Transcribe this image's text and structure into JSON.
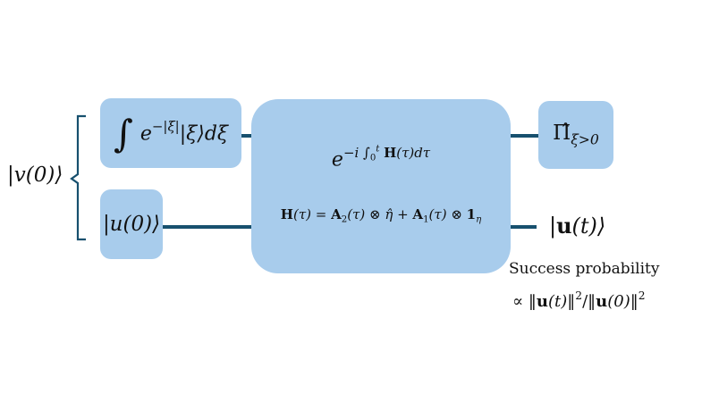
{
  "diagram": {
    "input_state": {
      "text": "|v(0)⟩"
    },
    "gaussian_box": {
      "integral": "∫",
      "exp_base": "e",
      "exp_power": "−|ξ|",
      "ket_measure": "|ξ⟩dξ"
    },
    "u0_box": {
      "text": "|u(0)⟩"
    },
    "evolution_box": {
      "exp_base": "e",
      "exp_power_prefix": "−i ∫",
      "int_lower": "0",
      "int_upper": "t",
      "exp_power_H": "H",
      "exp_power_suffix": "(τ)dτ",
      "hamiltonian": {
        "H": "H",
        "arg_eq": "(τ) = ",
        "A2": "A",
        "A2_sub": "2",
        "A2_rest": "(τ) ⊗ η̂ + ",
        "A1": "A",
        "A1_sub": "1",
        "A1_rest": "(τ) ⊗ ",
        "one": "1",
        "one_sub": "η"
      }
    },
    "projector_box": {
      "symbol": "Π̂",
      "subscript": "ξ>0"
    },
    "output_state": {
      "ket_open": "|",
      "u": "u",
      "ket_close": "(t)⟩"
    },
    "success": {
      "label": "Success probability",
      "prop": "∝ ‖",
      "u_num": "u",
      "num_rest": "(t)‖",
      "sup1": "2",
      "slash": "/‖",
      "u_den": "u",
      "den_rest": "(0)‖",
      "sup2": "2"
    },
    "colors": {
      "box_fill": "#a8ccec",
      "wire": "#17506e"
    }
  }
}
